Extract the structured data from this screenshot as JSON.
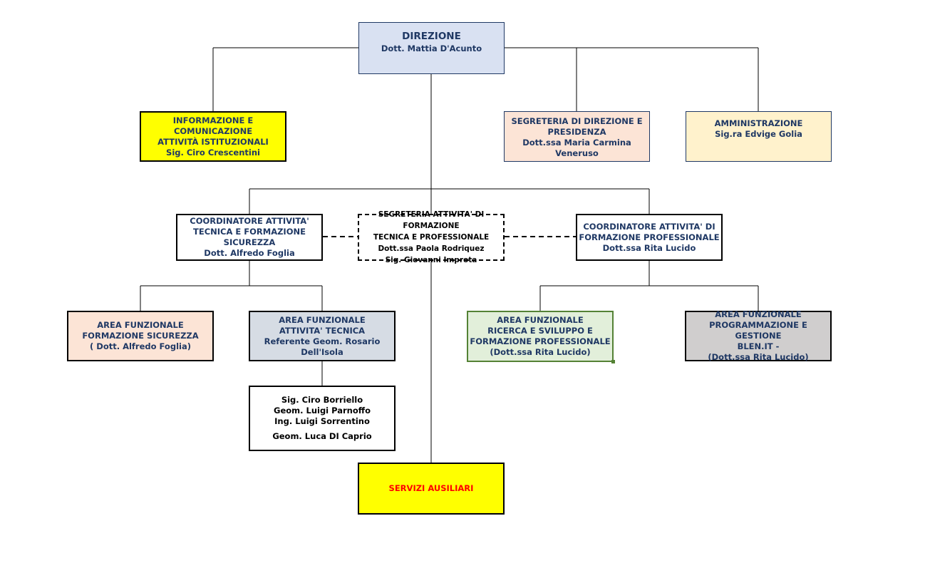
{
  "direzione": {
    "title": "DIREZIONE",
    "name": "Dott. Mattia D'Acunto"
  },
  "informazione": {
    "line1": "INFORMAZIONE E",
    "line2": "COMUNICAZIONE",
    "line3": "ATTIVITÀ ISTITUZIONALI",
    "name": "Sig. Ciro Crescentini"
  },
  "segreteria_direzione": {
    "line1": "SEGRETERIA DI DIREZIONE E",
    "line2": "PRESIDENZA",
    "name": "Dott.ssa Maria Carmina Veneruso"
  },
  "amministrazione": {
    "title": "AMMINISTRAZIONE",
    "name": "Sig.ra Edvige Golia"
  },
  "coordinatore_tecnica": {
    "line1": "COORDINATORE ATTIVITA'",
    "line2": "TECNICA  E FORMAZIONE",
    "line3": "SICUREZZA",
    "name": "Dott. Alfredo Foglia"
  },
  "segreteria_formazione": {
    "line1": "SEGRETERIA ATTIVITA' DI FORMAZIONE",
    "line2": "TECNICA E PROFESSIONALE",
    "name1": "Dott.ssa Paola Rodriquez",
    "name2": "Sig. Giovanni Improta"
  },
  "coordinatore_formazione": {
    "line1": "COORDINATORE ATTIVITA' DI",
    "line2": "FORMAZIONE PROFESSIONALE",
    "name": "Dott.ssa Rita Lucido"
  },
  "area_sicurezza": {
    "line1": "AREA FUNZIONALE",
    "line2": "FORMAZIONE SICUREZZA",
    "name": "( Dott. Alfredo Foglia)"
  },
  "area_tecnica": {
    "line1": "AREA FUNZIONALE",
    "line2": "ATTIVITA' TECNICA",
    "line3": "Referente Geom. Rosario",
    "line4": "Dell'Isola"
  },
  "area_ricerca": {
    "line1": "AREA FUNZIONALE",
    "line2": "RICERCA E SVILUPPO E",
    "line3": "FORMAZIONE PROFESSIONALE",
    "name": "(Dott.ssa Rita Lucido)"
  },
  "area_programmazione": {
    "line1": "AREA FUNZIONALE",
    "line2": "PROGRAMMAZIONE E GESTIONE",
    "line3": "BLEN.IT -",
    "name": "(Dott.ssa Rita Lucido)"
  },
  "staff_tecnico": {
    "name1": "Sig. Ciro Borriello",
    "name2": "Geom. Luigi Parnoffo",
    "name3": "Ing. Luigi Sorrentino",
    "name4": "Geom. Luca DI Caprio"
  },
  "servizi": {
    "title": "SERVIZI AUSILIARI"
  },
  "colors": {
    "direzione_fill": "#d9e1f2",
    "yellow": "#ffff00",
    "peach": "#fce4d6",
    "cream": "#fff2cc",
    "blue_grey": "#d6dce4",
    "green_light": "#e2efda",
    "grey": "#d0cece",
    "text_navy": "#1f3864",
    "servizi_text": "#ff0000"
  }
}
